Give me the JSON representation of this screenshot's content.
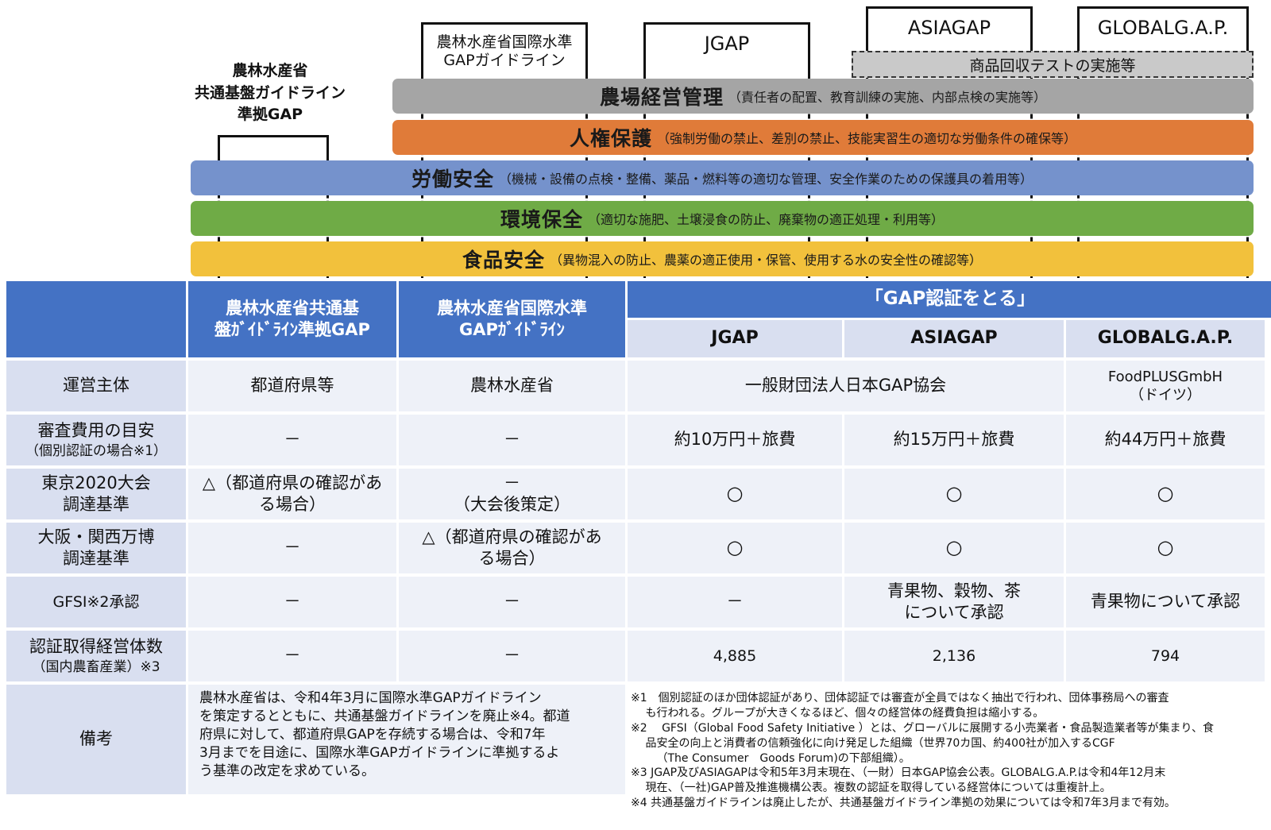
{
  "diagram": {
    "brackets": [
      {
        "id": "common",
        "label_lines": [
          "農林水産省",
          "共通基盤ガイドライン",
          "準拠GAP"
        ]
      },
      {
        "id": "intl",
        "label_lines": [
          "農林水産省国際水準",
          "GAPガイドライン"
        ]
      },
      {
        "id": "jgap",
        "label_lines": [
          "JGAP"
        ]
      },
      {
        "id": "asiagap",
        "label_lines": [
          "ASIAGAP"
        ]
      },
      {
        "id": "globalgap",
        "label_lines": [
          "GLOBALG.A.P."
        ]
      }
    ],
    "recall_test": "商品回収テストの実施等",
    "bands": [
      {
        "key": "mgmt",
        "title": "農場経営管理",
        "detail": "（責任者の配置、教育訓練の実施、内部点検の実施等）",
        "color": "#a5a5a5"
      },
      {
        "key": "human",
        "title": "人権保護",
        "detail": "（強制労働の禁止、差別の禁止、技能実習生の適切な労働条件の確保等）",
        "color": "#e07b39"
      },
      {
        "key": "labor",
        "title": "労働安全",
        "detail": "（機械・設備の点検・整備、薬品・燃料等の適切な管理、安全作業のための保護具の着用等）",
        "color": "#7592cc"
      },
      {
        "key": "env",
        "title": "環境保全",
        "detail": "（適切な施肥、土壌浸食の防止、廃棄物の適正処理・利用等）",
        "color": "#6fab46"
      },
      {
        "key": "food",
        "title": "食品安全",
        "detail": "（異物混入の防止、農薬の適正使用・保管、使用する水の安全性の確認等）",
        "color": "#f2c13c"
      }
    ]
  },
  "table": {
    "header": {
      "col_common": [
        "農林水産省共通基",
        "盤ｶﾞｲﾄﾞﾗｲﾝ準拠GAP"
      ],
      "col_intl": [
        "農林水産省国際水準",
        "GAPｶﾞｲﾄﾞﾗｲﾝ"
      ],
      "gap_cert": "「GAP認証をとる」",
      "col_jgap": "JGAP",
      "col_asiagap": "ASIAGAP",
      "col_globalgap": "GLOBALG.A.P."
    },
    "rows": [
      {
        "label": [
          "運営主体"
        ],
        "common": [
          "都道府県等"
        ],
        "intl": [
          "農林水産省"
        ],
        "jgap_asiagap": [
          "一般財団法人日本GAP協会"
        ],
        "globalgap": [
          "FoodPLUSGmbH",
          "（ドイツ）"
        ]
      },
      {
        "label": [
          "審査費用の目安",
          "（個別認証の場合※1）"
        ],
        "common": [
          "－"
        ],
        "intl": [
          "－"
        ],
        "jgap": [
          "約10万円＋旅費"
        ],
        "asiagap": [
          "約15万円＋旅費"
        ],
        "globalgap": [
          "約44万円＋旅費"
        ]
      },
      {
        "label": [
          "東京2020大会",
          "調達基準"
        ],
        "common": [
          "△（都道府県の確認があ",
          "る場合）"
        ],
        "intl": [
          "－",
          "（大会後策定）"
        ],
        "jgap": [
          "○"
        ],
        "asiagap": [
          "○"
        ],
        "globalgap": [
          "○"
        ]
      },
      {
        "label": [
          "大阪・関西万博",
          "調達基準"
        ],
        "common": [
          "－"
        ],
        "intl": [
          "△（都道府県の確認があ",
          "る場合）"
        ],
        "jgap": [
          "○"
        ],
        "asiagap": [
          "○"
        ],
        "globalgap": [
          "○"
        ]
      },
      {
        "label": [
          "GFSI※2承認"
        ],
        "common": [
          "－"
        ],
        "intl": [
          "－"
        ],
        "jgap": [
          "－"
        ],
        "asiagap": [
          "青果物、穀物、茶",
          "について承認"
        ],
        "globalgap": [
          "青果物について承認"
        ]
      },
      {
        "label": [
          "認証取得経営体数",
          "（国内農畜産業）※3"
        ],
        "common": [
          "－"
        ],
        "intl": [
          "－"
        ],
        "jgap": [
          "4,885"
        ],
        "asiagap": [
          "2,136"
        ],
        "globalgap": [
          "794"
        ]
      }
    ],
    "remarks_label": "備考",
    "remarks_text": [
      "農林水産省は、令和4年3月に国際水準GAPガイドライン",
      "を策定するとともに、共通基盤ガイドラインを廃止※4。都道",
      "府県に対して、都道府県GAPを存続する場合は、令和7年",
      "3月までを目途に、国際水準GAPガイドラインに準拠するよ",
      "う基準の改定を求めている。"
    ],
    "footnotes": [
      "※1　個別認証のほか団体認証があり、団体認証では審査が全員ではなく抽出で行われ、団体事務局への審査",
      "　 も行われる。グループが大きくなるほど、個々の経営体の経費負担は縮小する。",
      "※2　 GFSI（Global Food Safety Initiative ）とは、グローバルに展開する小売業者・食品製造業者等が集まり、食",
      "　 品安全の向上と消費者の信頼強化に向け発足した組織（世界70カ国、約400社が加入するCGF",
      "　　 （The Consumer　Goods Forum)の下部組織）。",
      "※3  JGAP及びASIAGAPは令和5年3月末現在、（一財）日本GAP協会公表。GLOBALG.A.P.は令和4年12月末",
      "　 現在、（一社)GAP普及推進機構公表。複数の認証を取得している経営体については重複計上。",
      "※4  共通基盤ガイドラインは廃止したが、共通基盤ガイドライン準拠の効果については令和7年3月まで有効。"
    ]
  }
}
